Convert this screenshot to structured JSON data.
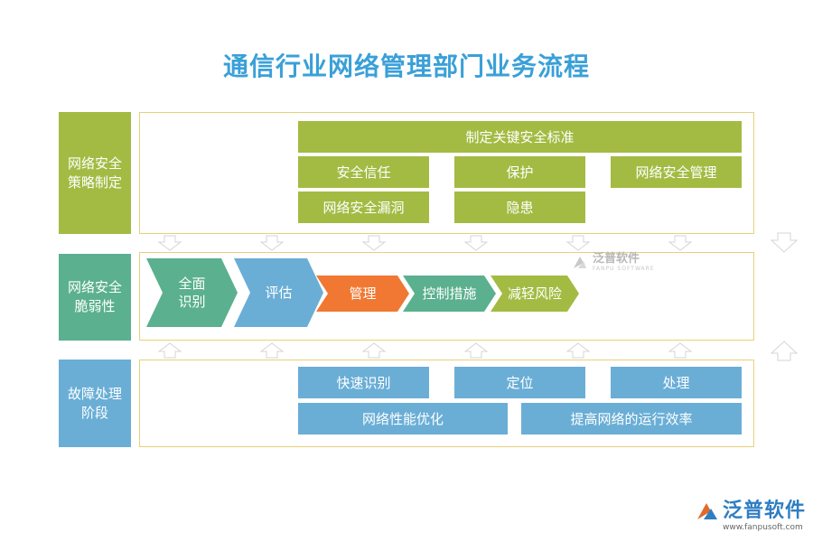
{
  "title": "通信行业网络管理部门业务流程",
  "colors": {
    "title": "#3aa0d8",
    "stage1": "#a3bb43",
    "stage2": "#5bb08f",
    "stage3": "#6aaed6",
    "highlight": "#f07832",
    "border": "#e6d27a"
  },
  "rows": [
    {
      "label": "网络安全策略制定",
      "header": "制定关键安全标准",
      "items": [
        "安全信任",
        "保护",
        "网络安全管理",
        "网络安全漏洞",
        "隐患"
      ]
    },
    {
      "label": "网络安全脆弱性",
      "steps": [
        "全面识别",
        "评估",
        "管理",
        "控制措施",
        "减轻风险"
      ]
    },
    {
      "label": "故障处理阶段",
      "items": [
        "快速识别",
        "定位",
        "处理",
        "网络性能优化",
        "提高网络的运行效率"
      ]
    }
  ],
  "watermark": {
    "name": "泛普软件",
    "sub": "FANPU SOFTWARE"
  },
  "corner_logo": {
    "name": "泛普软件",
    "url": "www.fanpusoft.com"
  }
}
